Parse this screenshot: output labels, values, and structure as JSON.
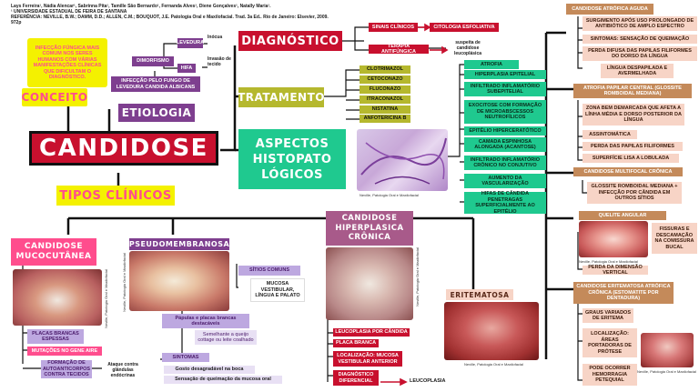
{
  "header": {
    "authors": "Lays Ferreira¹, Nádia Alencar¹, Sabrinna Pita¹, Tamille São Bernardo¹, Fernanda Alves¹, Diene Gonçalves¹, Natally Maria¹.",
    "university": "¹ UNIVERSIDADE ESTADUAL DE FEIRA DE SANTANA",
    "reference": "REFERÊNCIA: NEVILLE, B.W.; DAMM, D.D.; ALLEN, C.M.; BOUQUOT, J.E. Patologia Oral e Maxilofacial. Trad. 3a Ed.. Rio de Janeiro: Elsevier, 2009. 972p"
  },
  "colors": {
    "red": "#c8102e",
    "pink": "#ff4d8d",
    "purple": "#7e3f8f",
    "olive": "#b5b82e",
    "yellow": "#f4f100",
    "teal": "#1fc98f",
    "mauve": "#a85a8a",
    "lavender": "#bda8e0",
    "peach": "#f7d4c6",
    "tan": "#c48a5a"
  },
  "center": {
    "title": "CANDIDOSE"
  },
  "conceito": {
    "label": "CONCEITO",
    "text": "INFECÇÃO FÚNGICA MAIS COMUM NOS SERES HUMANOS COM VÁRIAS MANIFESTAÇÕES CLÍNICAS QUE DIFICULTAM O DIAGNÓSTICO."
  },
  "etiologia": {
    "label": "ETIOLOGIA",
    "infeccao": "INFECÇÃO PELO FUNGO DE LEVEDURA CANDIDA ALBICANS",
    "dimorfismo": "DIMORFISMO",
    "levedura": "LEVEDURA",
    "hifa": "HIFA",
    "inocua": "Inócua",
    "invasao": "Invasão de tecido"
  },
  "diagnostico": {
    "label": "DIAGNÓSTICO",
    "sinais": "SINAIS CLÍNICOS",
    "citologia": "CITOLOGIA ESFOLIATIVA",
    "terapia": "TERAPIA ANTIFÚNGICA",
    "suspeita": "suspeita de candidose leucoplásica"
  },
  "tratamento": {
    "label": "TRATAMENTO",
    "drugs": [
      "CLOTRIMAZOL",
      "CETOCONAZO",
      "FLUCONAZO",
      "ITRACONAZOL",
      "NISTATINA",
      "ANFOTERICINA B"
    ]
  },
  "aspectos": {
    "label_lines": [
      "ASPECTOS",
      "HISTOPATO",
      "LÓGICOS"
    ],
    "credit": "Neville, Patologia Oral e Maxilofacial",
    "items": [
      "ATROFIA",
      "HIPERPLASIA EPITELIAL",
      "INFILTRADO INFLAMATÓRIO SUBEPITELIAL",
      "EXOCITOSE COM FORMAÇÃO DE MICROABSCESSOS NEUTROFÍLICOS",
      "EPITÉLIO HIPERCERATÓTICO",
      "CAMADA ESPINHOSA ALONGADA (ACANTOSE)",
      "INFILTRADO INFLAMATÓRIO CRÔNICO NO CONJUTIVO",
      "AUMENTO DA VASCULARIZAÇÃO",
      "HIFAS DE CÂNDIDA PENETRAGAS SUPERFICIALMENTE AO EPITÉLIO"
    ]
  },
  "tipos": {
    "label": "TIPOS CLÍNICOS"
  },
  "mucocutanea": {
    "label_lines": [
      "CANDIDOSE",
      "MUCOCUTÂNEA"
    ],
    "credit": "Neville, Patologia Oral e Maxilofacial",
    "placas": "PLACAS BRANCAS ESPESSAS",
    "mutacoes": "MUTAÇÕES NO GENE AIRE",
    "formacao": "FORMAÇÃO DE AUTOANTICORPOS CONTRA TECIDOS",
    "ataque": "Ataque contra glândulas endócrinas"
  },
  "pseudo": {
    "label": "PSEUDOMEMBRANOSA",
    "credit": "Neville, Patologia Oral e Maxilofacial",
    "sitios": "SÍTIOS COMUNS",
    "sitios_text": "MUCOSA VESTIBULAR, LÍNGUA E PALATO",
    "papulas": "Pápulas e placas brancas destacáveis",
    "semelhante": "Semelhante a queijo cottage ou leite coalhado",
    "sintomas": "SINTOMAS",
    "gosto": "Gosto desagradável na boca",
    "sensacao": "Sensação de queimação da mucosa oral"
  },
  "hiperplasica": {
    "label_lines": [
      "CANDIDOSE",
      "HIPERPLASICA",
      "CRÔNICA"
    ],
    "credit": "Neville, Patologia Oral e Maxilofacial",
    "items": [
      "LEUCOPLASIA POR CÂNDIDA",
      "PLACA BRANCA",
      "LOCALIZAÇÃO: MUCOSA VESTIBULAR ANTERIOR",
      "DIAGNÓSTICO DIFERENCIAL"
    ],
    "leucoplasia": "LEUCOPLASIA"
  },
  "eritematosa": {
    "label": "ERITEMATOSA",
    "credit": "Neville, Patologia Oral e Maxilofacial"
  },
  "right": {
    "atrofica_aguda": "CANDIDOSE ATRÓFICA AGUDA",
    "aguda_items": [
      "SURGIMENTO APÓS USO PROLONGADO DE ANTIBIÓTICO DE AMPLO ESPECTRO",
      "SINTOMAS: SENSAÇÃO DE QUEIMAÇÃO",
      "PERDA DIFUSA DAS PAPILAS FILIFORMES DO DORSO DA LÍNGUA",
      "LÍNGUA DESPAPILADA E AVERMELHADA"
    ],
    "atrofia_papilar": "ATROFIA PAPILAR CENTRAL (GLOSSITE ROMBOIDAL MEDIANA)",
    "papilar_items": [
      "ZONA BEM DEMARCADA QUE AFETA A LÍNHA MÉDIA E DORSO POSTERIOR DA LÍNGUA",
      "ASSINTOMÁTICA",
      "PERDA DAS PAPILAS FILIFORMES",
      "SUPERFÍCIE LISA A LOBULADA"
    ],
    "multifocal": "CANDIDOSE MULTIFOCAL CRÔNICA",
    "multifocal_item": "GLOSSITE ROMBOIDAL MEDIANA + INFECÇÃO POR CÂNDIDA EM OUTROS SÍTIOS",
    "queilite": "QUELITE ANGULAR",
    "queilite_credit": "Neville, Patologia Oral e Maxilofacial",
    "fissuras": "FISSURAS E DESCAMAÇÃO NA COMISSURA BUCAL",
    "perda_dimensao": "PERDA DA DIMENSÃO VERTICAL",
    "estomatite": "CANDIDOSE ERITEMATOSA ATRÓFICA CRÔNICA (ESTOMATITE POR DENTADURA)",
    "estomatite_items": [
      "GRAUS VARIADOS DE ERITEMA",
      "LOCALIZAÇÃO: ÁREAS PORTADORAS DE PRÓTESE",
      "PODE OCORRER HEMORRAGIA PETEQUIAL"
    ],
    "estomatite_credit": "Neville, Patologia Oral e Maxilofacial"
  }
}
